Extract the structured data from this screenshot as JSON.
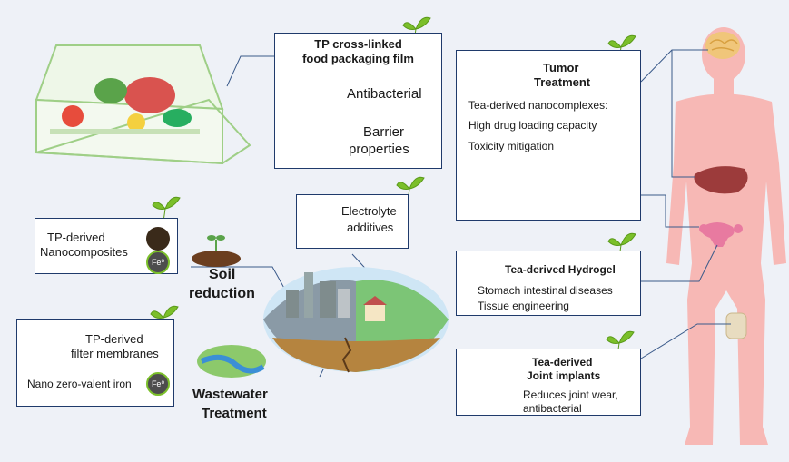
{
  "food_packaging": {
    "title_line1": "TP cross-linked",
    "title_line2": "food packaging film",
    "item1": "Antibacterial",
    "item2_line1": "Barrier",
    "item2_line2": "properties"
  },
  "tumor": {
    "title_line1": "Tumor",
    "title_line2": "Treatment",
    "subtitle": "Tea-derived nanocomplexes:",
    "point1": "High drug loading capacity",
    "point2": "Toxicity mitigation"
  },
  "electrolyte": {
    "line1": "Electrolyte",
    "line2": "additives"
  },
  "nanocomposites": {
    "line1": "TP-derived",
    "line2": "Nanocomposites",
    "fe_label": "Fe⁰"
  },
  "soil": {
    "line1": "Soil",
    "line2": "reduction"
  },
  "filter": {
    "line1": "TP-derived",
    "line2": "filter membranes",
    "line3": "Nano zero-valent iron",
    "fe_label": "Fe⁰"
  },
  "wastewater": {
    "line1": "Wastewater",
    "line2": "Treatment"
  },
  "hydrogel": {
    "title": "Tea-derived Hydrogel",
    "point1": "Stomach intestinal diseases",
    "point2": "Tissue engineering"
  },
  "joint": {
    "title_line1": "Tea-derived",
    "title_line2": "Joint implants",
    "desc_line1": "Reduces joint wear,",
    "desc_line2": "antibacterial"
  },
  "icons": [
    "tea-leaf-icon",
    "food-container-icon",
    "bacteria-prohibited-icon",
    "barrier-arrows-icon",
    "tumor-cell-icon",
    "nanoparticle-icon",
    "battery-icon",
    "soil-icon",
    "city-landscape-icon",
    "river-icon",
    "filter-membrane-icon",
    "hydrogel-disc-icon",
    "knee-joint-icon",
    "human-body-icon"
  ],
  "colors": {
    "box_border": "#1f3a6b",
    "background": "#eef1f7",
    "body": "#f6b3b3",
    "leaf": "#7bbf2a"
  }
}
